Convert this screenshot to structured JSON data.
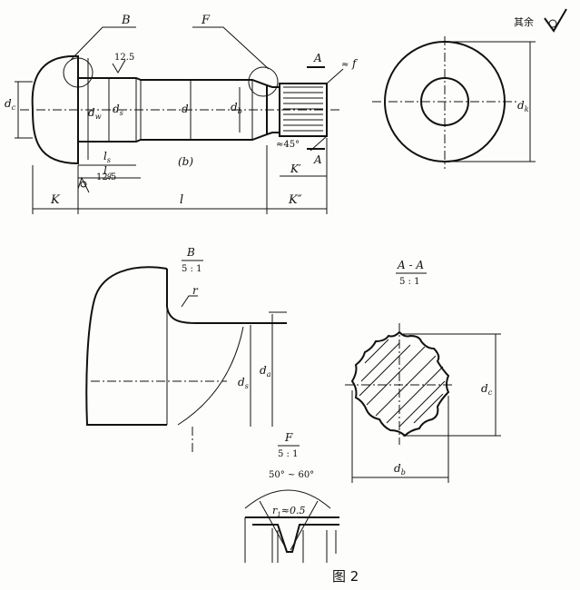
{
  "figure_caption": "图 2",
  "surface_note": {
    "text": "其余"
  },
  "main_view": {
    "labels": {
      "callout_b": "B",
      "callout_f": "F",
      "roughness_top": "12.5",
      "roughness_bottom": "12.5",
      "dc": "d",
      "dc_sub": "c",
      "dw": "d",
      "dw_sub": "w",
      "ds": "d",
      "ds_sub": "s",
      "d": "d",
      "db": "d",
      "db_sub": "b",
      "ls": "l",
      "ls_sub": "s",
      "lg": "l",
      "lg_sub": "g",
      "b": "(b)",
      "section_a_top": "A",
      "section_a_bottom": "A",
      "f": "f",
      "approx1": "≈",
      "angle": "≈45°",
      "k": "K",
      "l": "l",
      "k2": "K″",
      "k_prime": "K′"
    }
  },
  "end_view": {
    "dk": "d",
    "dk_sub": "k"
  },
  "detail_b": {
    "title": "B",
    "scale": "5 : 1",
    "r": "r",
    "ds": "d",
    "ds_sub": "s",
    "da": "d",
    "da_sub": "a"
  },
  "section_aa": {
    "title": "A - A",
    "scale": "5 : 1",
    "dc": "d",
    "dc_sub": "c",
    "db": "d",
    "db_sub": "b"
  },
  "detail_f": {
    "title": "F",
    "scale": "5 : 1",
    "angle": "50° ~ 60°",
    "r1": "r",
    "r1_sub": "1",
    "r1_val": "≈0.5"
  }
}
